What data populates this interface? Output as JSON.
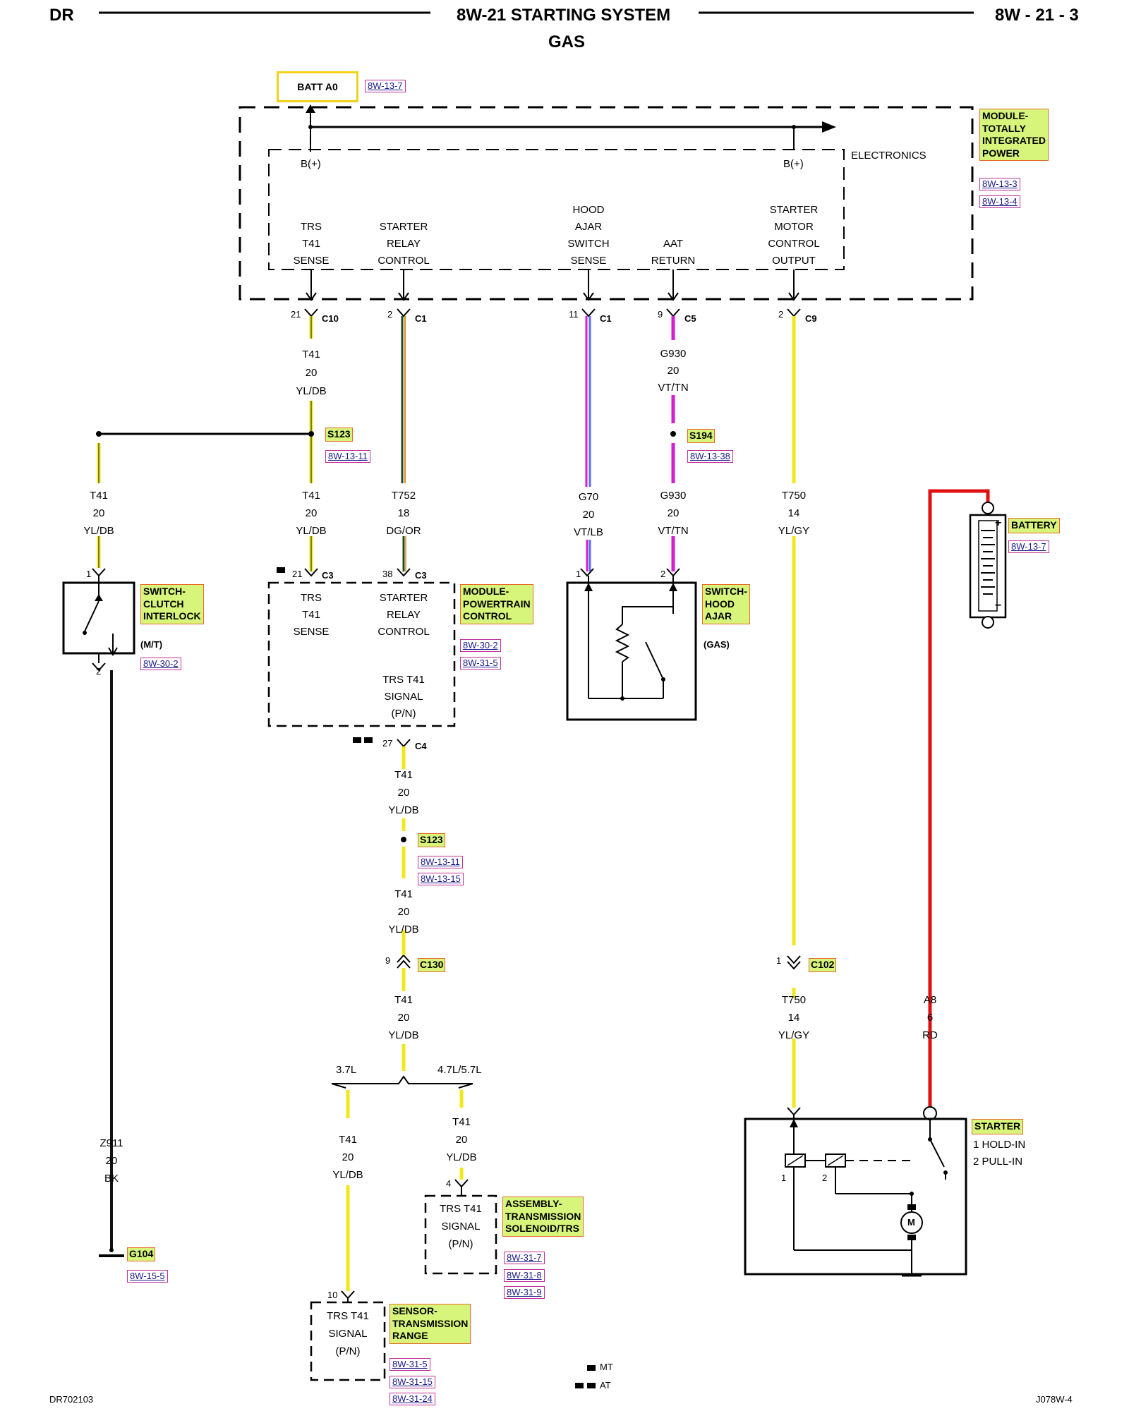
{
  "header": {
    "left": "DR",
    "center": "8W-21 STARTING SYSTEM",
    "sub": "GAS",
    "right": "8W - 21 - 3"
  },
  "footer": {
    "left": "DR702103",
    "right": "J078W-4"
  },
  "legend": {
    "mt": "MT",
    "at": "AT"
  },
  "batt": {
    "label": "BATT A0",
    "ref": "8W-13-7"
  },
  "tipm": {
    "title": "MODULE-\nTOTALLY\nINTEGRATED\nPOWER",
    "refs": [
      "8W-13-3",
      "8W-13-4"
    ],
    "electronics": "ELECTRONICS",
    "bplus": "B(+)",
    "pins": {
      "trs": "TRS\nT41\nSENSE",
      "starter_relay": "STARTER\nRELAY\nCONTROL",
      "hood": "HOOD\nAJAR\nSWITCH\nSENSE",
      "aat": "AAT\nRETURN",
      "smc": "STARTER\nMOTOR\nCONTROL\nOUTPUT"
    }
  },
  "connectors": {
    "c10": {
      "pin": "21",
      "name": "C10"
    },
    "c1a": {
      "pin": "2",
      "name": "C1"
    },
    "c1b": {
      "pin": "11",
      "name": "C1"
    },
    "c5": {
      "pin": "9",
      "name": "C5"
    },
    "c9": {
      "pin": "2",
      "name": "C9"
    },
    "c3a": {
      "pin": "21",
      "name": "C3"
    },
    "c3b": {
      "pin": "38",
      "name": "C3"
    },
    "c4": {
      "pin": "27",
      "name": "C4"
    },
    "c130": {
      "pin": "9",
      "name": "C130"
    },
    "c102": {
      "pin": "1",
      "name": "C102"
    }
  },
  "wires": {
    "t41_c10": "T41\n20\nYL/DB",
    "g930_top": "G930\n20\nVT/TN",
    "t41_left": "T41\n20\nYL/DB",
    "t41_mid": "T41\n20\nYL/DB",
    "t752": "T752\n18\nDG/OR",
    "g70": "G70\n20\nVT/LB",
    "g930_bot": "G930\n20\nVT/TN",
    "t750_top": "T750\n14\nYL/GY",
    "t41_c4": "T41\n20\nYL/DB",
    "t41_s123b": "T41\n20\nYL/DB",
    "t41_c130": "T41\n20\nYL/DB",
    "t41_37": "T41\n20\nYL/DB",
    "t41_47": "T41\n20\nYL/DB",
    "z911": "Z911\n20\nBK",
    "t750_bot": "T750\n14\nYL/GY",
    "a8": "A8\n6\nRD"
  },
  "splices": {
    "s123_top": {
      "name": "S123",
      "ref": "8W-13-11"
    },
    "s194": {
      "name": "S194",
      "ref": "8W-13-38"
    },
    "s123_bot": {
      "name": "S123",
      "refs": [
        "8W-13-11",
        "8W-13-15"
      ]
    }
  },
  "clutch": {
    "label": "SWITCH-\nCLUTCH\nINTERLOCK",
    "note": "(M/T)",
    "ref": "8W-30-2",
    "pin_top": "1",
    "pin_bot": "2"
  },
  "pcm": {
    "label": "MODULE-\nPOWERTRAIN\nCONTROL",
    "refs": [
      "8W-30-2",
      "8W-31-5"
    ],
    "trs": "TRS\nT41\nSENSE",
    "src": "STARTER\nRELAY\nCONTROL",
    "sig": "TRS T41\nSIGNAL\n(P/N)"
  },
  "hood": {
    "label": "SWITCH-\nHOOD\nAJAR",
    "note": "(GAS)",
    "pin1": "1",
    "pin2": "2"
  },
  "battery": {
    "label": "BATTERY",
    "ref": "8W-13-7",
    "plus": "+",
    "minus": "−"
  },
  "branch": {
    "left": "3.7L",
    "right": "4.7L/5.7L"
  },
  "trs_solenoid": {
    "label": "ASSEMBLY-\nTRANSMISSION\nSOLENOID/TRS",
    "refs": [
      "8W-31-7",
      "8W-31-8",
      "8W-31-9"
    ],
    "pin": "4",
    "text": "TRS T41\nSIGNAL\n(P/N)"
  },
  "trs_sensor": {
    "label": "SENSOR-\nTRANSMISSION\nRANGE",
    "refs": [
      "8W-31-5",
      "8W-31-15",
      "8W-31-24"
    ],
    "pin": "10",
    "text": "TRS T41\nSIGNAL\n(P/N)"
  },
  "ground": {
    "name": "G104",
    "ref": "8W-15-5"
  },
  "starter": {
    "label": "STARTER",
    "hold": "1 HOLD-IN",
    "pull": "2 PULL-IN",
    "n1": "1",
    "n2": "2",
    "motor": "M"
  },
  "colors": {
    "yellow": "#f0e81a",
    "black": "#111111",
    "violet": "#d21fd2",
    "blue": "#5a6cff",
    "red": "#e01010",
    "dark_green": "#1f4a1f",
    "orange": "#e08a1a",
    "label_bg": "#d6f57a"
  }
}
